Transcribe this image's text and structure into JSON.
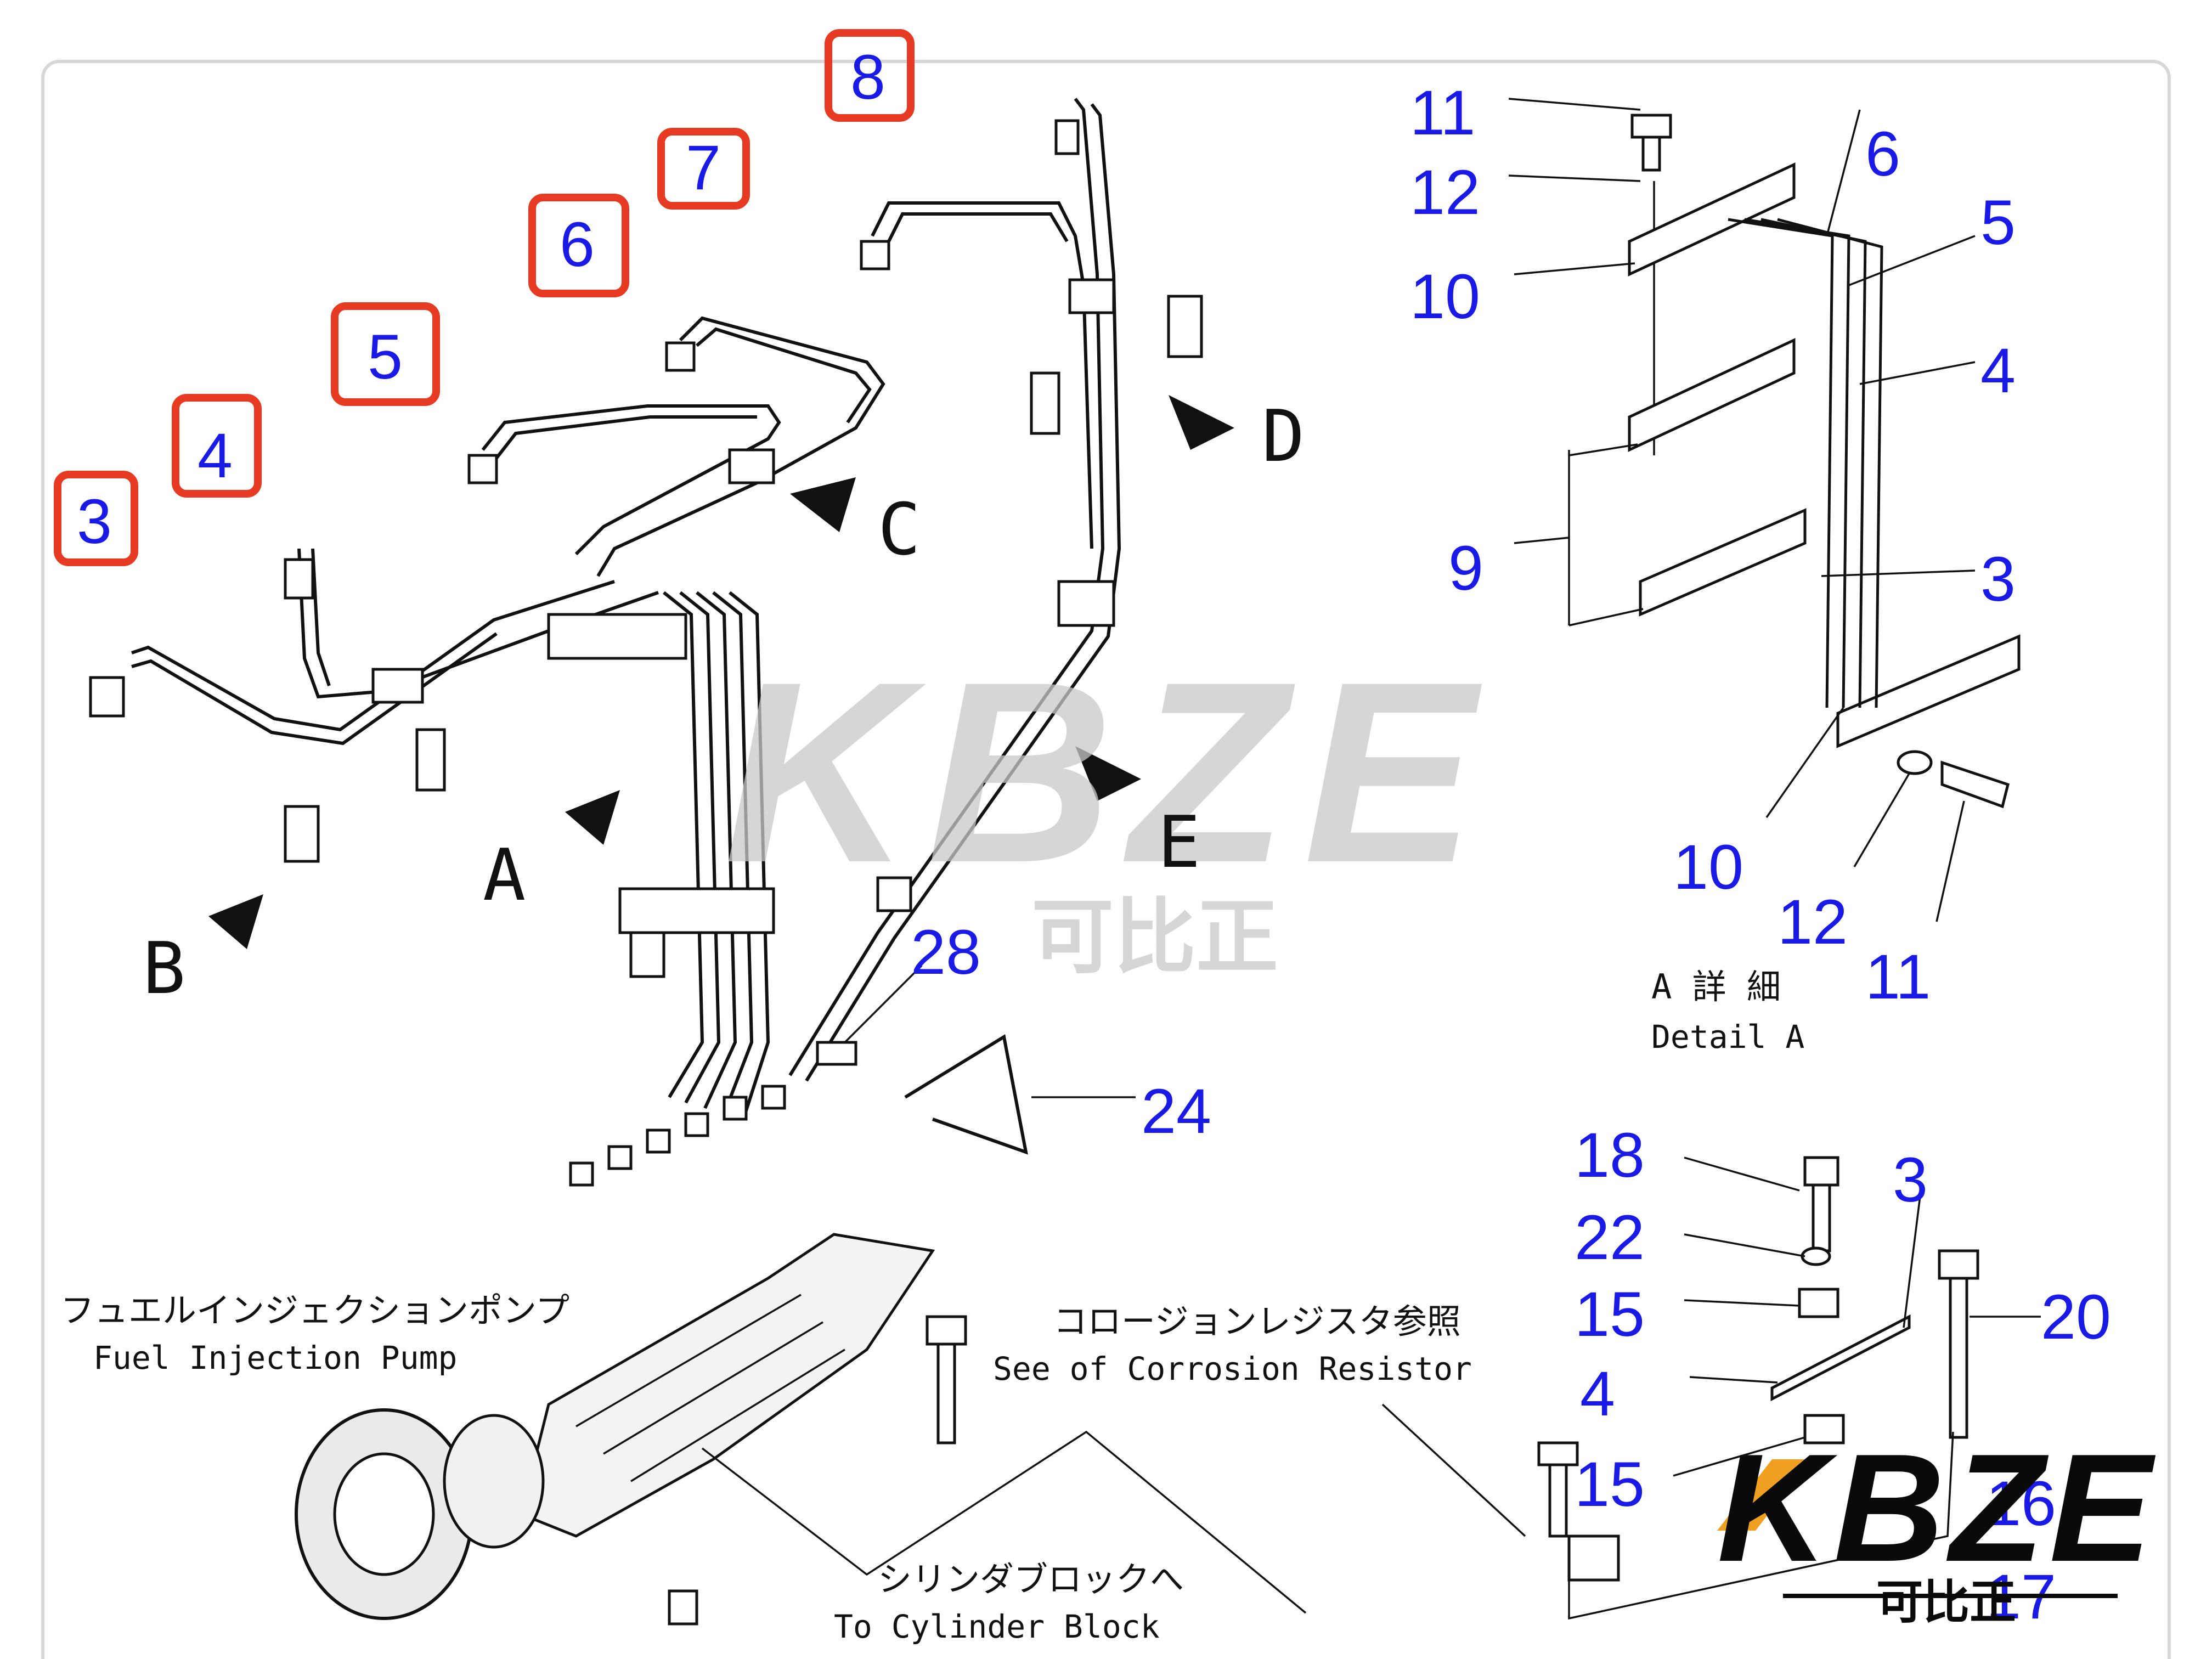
{
  "callouts_highlighted": [
    "3",
    "4",
    "5",
    "6",
    "7",
    "8"
  ],
  "callouts_detail_a": [
    "11",
    "12",
    "10",
    "6",
    "5",
    "4",
    "9",
    "3",
    "10",
    "12",
    "11"
  ],
  "callouts_lower": [
    "28",
    "24",
    "18",
    "22",
    "15",
    "3",
    "20",
    "4",
    "15"
  ],
  "view_letters": [
    "A",
    "B",
    "C",
    "D",
    "E"
  ],
  "detail": {
    "jp": "A 詳 細",
    "en": "Detail A"
  },
  "pump": {
    "jp": "フュエルインジェクションポンプ",
    "en": "Fuel Injection Pump"
  },
  "corrosion": {
    "jp": "コロージョンレジスタ参照",
    "en": "See of Corrosion Resistor"
  },
  "cylinder": {
    "jp": "シリンダブロックへ",
    "en": "To Cylinder Block"
  },
  "watermark": {
    "text": "KBZE",
    "sub": "可比正"
  },
  "logo": {
    "text": "KBZE",
    "sub": "可比正",
    "partial_callouts": [
      "16",
      "17"
    ]
  },
  "colors": {
    "callout": "#1a1ae6",
    "highlight": "#e63a22",
    "watermark": "#c8c8c8",
    "logo_accent": "#f0a020"
  }
}
